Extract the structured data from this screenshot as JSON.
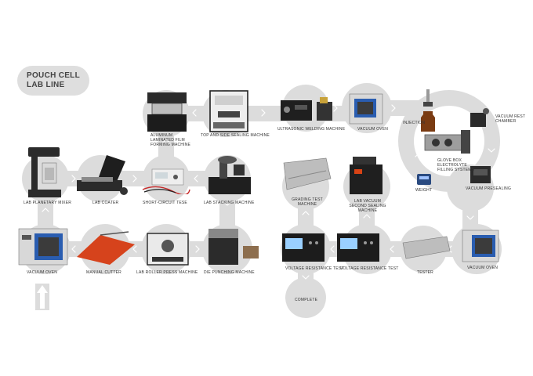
{
  "header": {
    "title_line1": "POUCH CELL",
    "title_line2": "LAB LINE"
  },
  "colors": {
    "track": "#dcdcdc",
    "arrow": "#ffffff",
    "text": "#333333",
    "accent": "#2a5db0",
    "machine": "#2b2b2b"
  },
  "stations": {
    "lab_planetary_mixer": "LAB PLANETARY MIXER",
    "lab_coater": "LAB COATER",
    "short_circuit_tese": "SHORT-CIRCUIT TESE",
    "lab_stacking_machine": "LAB STACKING MACHINE",
    "aluminum_laminated_film_forming_machine": "ALUMINUM LAMINATED FILM FORMING MACHINE",
    "top_and_side_sealing_machine": "TOP AND SIDE SEALING MACHINE",
    "ultrasonic_welding_machine": "ULTRASONIC WELDING MACHINE",
    "vacuum_oven_top": "VACUUM OVEN",
    "injection": "INJECTION",
    "vacuum_rest_chamber": "VACUUM REST CHAMBER",
    "glove_box_electrolyte_filling_systems": "GLOVE BOX ELECTROLYTE FILLING SYSTEMS",
    "weight": "WEIGHT",
    "vacuum_presealing": "VACUUM PRESEALING",
    "vacuum_oven_left": "VACUUM OVEN",
    "manual_cutter": "MANUAL CUTTER",
    "lab_roller_press_machine": "LAB ROLLER PRESS MACHINE",
    "die_punching_machine": "DIE PUNCHING MACHINE",
    "grading_test_machine": "GRADING TEST MACHINE",
    "lab_vacuum_second_sealing_machine": "LAB VACUUM SECOND SEALING MACHINE",
    "voltage_resistance_test_1": "VOLTAGE RESISTANCE TEST",
    "voltage_resistance_test_2": "VOLTAGE RESISTANCE TEST",
    "tester": "TESTER",
    "vacuum_oven_right": "VACUUM OVEN",
    "complete": "COMPLETE"
  },
  "icons": [
    "mixer-icon",
    "coater-icon",
    "short-circuit-tester-icon",
    "stacking-machine-icon",
    "film-forming-machine-icon",
    "sealing-machine-icon",
    "ultrasonic-welder-icon",
    "vacuum-oven-icon",
    "injection-icon",
    "rest-chamber-icon",
    "glove-box-icon",
    "scale-icon",
    "presealing-machine-icon",
    "cutter-icon",
    "roller-press-icon",
    "die-punch-icon",
    "grading-tester-icon",
    "second-sealing-machine-icon",
    "voltage-tester-icon",
    "battery-tester-icon",
    "start-arrow-icon"
  ]
}
